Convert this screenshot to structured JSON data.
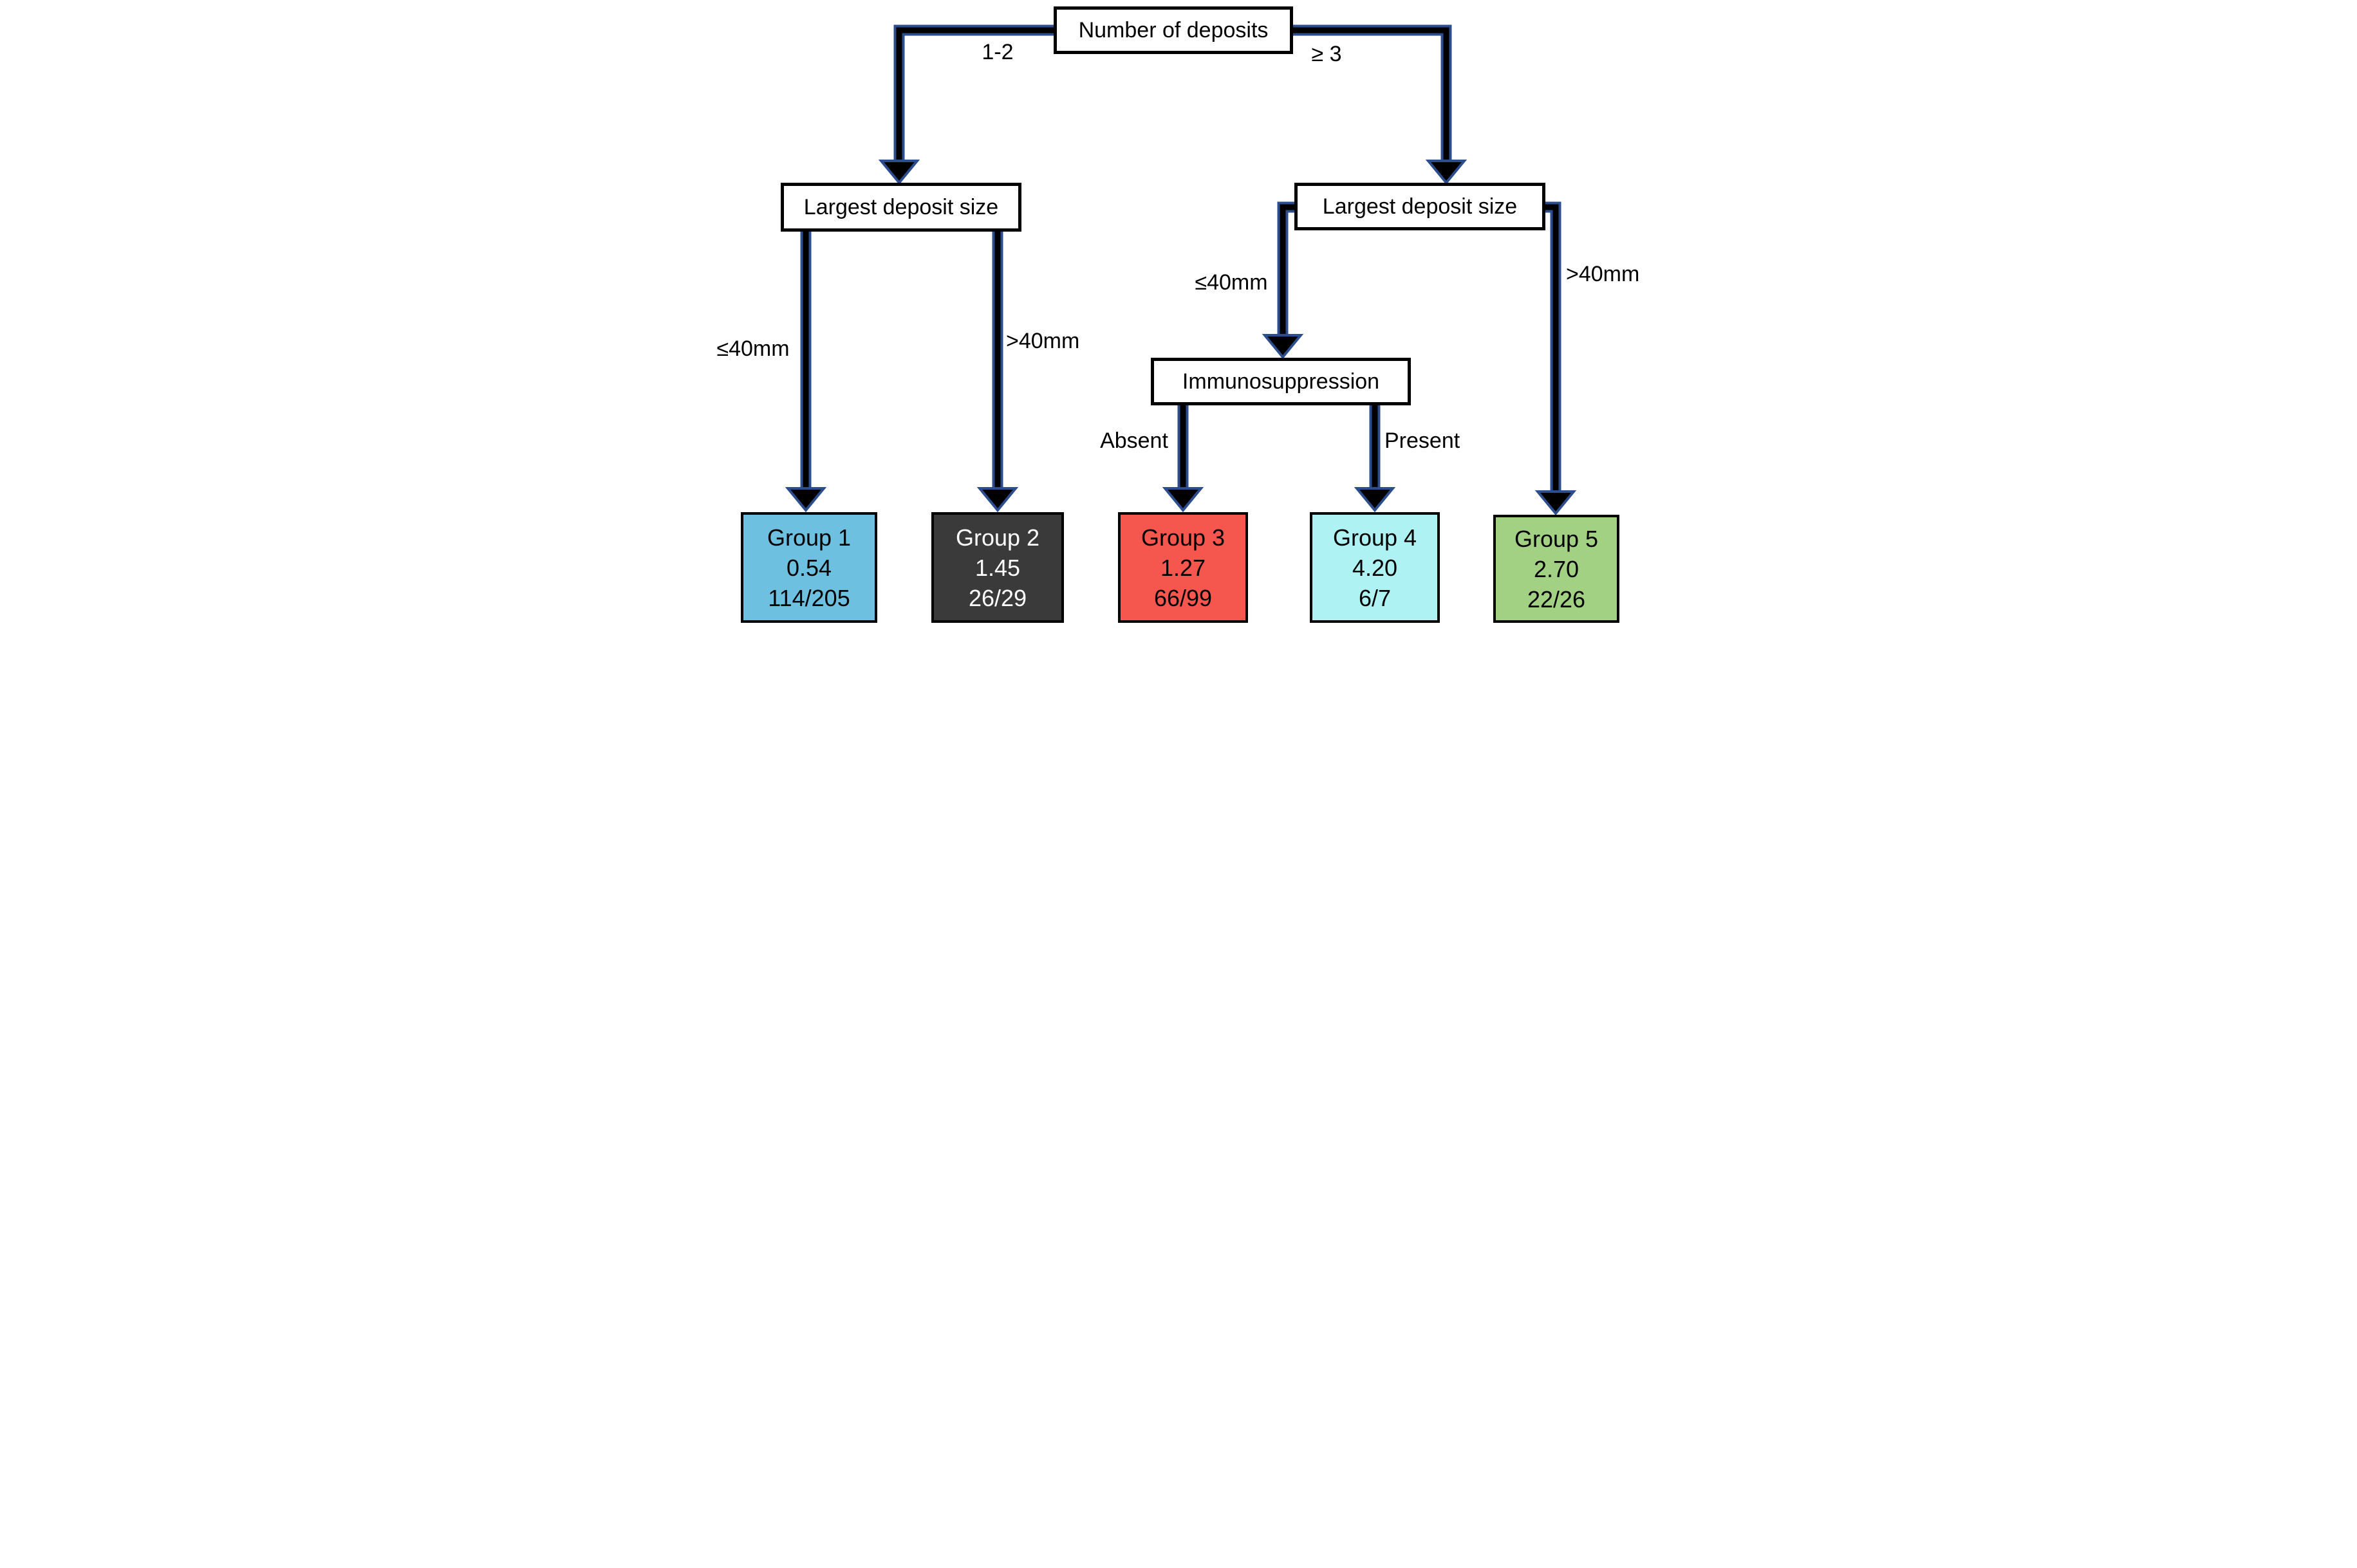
{
  "diagram": {
    "title_node": {
      "label": "Number of deposits"
    },
    "left_size_node": {
      "label": "Largest deposit size"
    },
    "right_size_node": {
      "label": "Largest deposit size"
    },
    "immuno_node": {
      "label": "Immunosuppression"
    },
    "edge_labels": {
      "root_left": "1-2",
      "root_right": "≥ 3",
      "left_le40": "≤40mm",
      "left_gt40": ">40mm",
      "right_le40": "≤40mm",
      "right_gt40": ">40mm",
      "immuno_absent": "Absent",
      "immuno_present": "Present"
    },
    "groups": [
      {
        "name": "Group 1",
        "value": "0.54",
        "fraction": "114/205",
        "color": "#6EC0E1",
        "text_color": "#000000"
      },
      {
        "name": "Group 2",
        "value": "1.45",
        "fraction": "26/29",
        "color": "#3A3A3A",
        "text_color": "#FFFFFF"
      },
      {
        "name": "Group 3",
        "value": "1.27",
        "fraction": "66/99",
        "color": "#F5564D",
        "text_color": "#000000"
      },
      {
        "name": "Group 4",
        "value": "4.20",
        "fraction": "6/7",
        "color": "#AEF2F3",
        "text_color": "#000000"
      },
      {
        "name": "Group 5",
        "value": "2.70",
        "fraction": "22/26",
        "color": "#A2D184",
        "text_color": "#000000"
      }
    ],
    "colors": {
      "connector_outline": "#2D4E8E",
      "connector_core": "#000000",
      "node_border": "#000000",
      "node_fill": "#FFFFFF"
    }
  }
}
